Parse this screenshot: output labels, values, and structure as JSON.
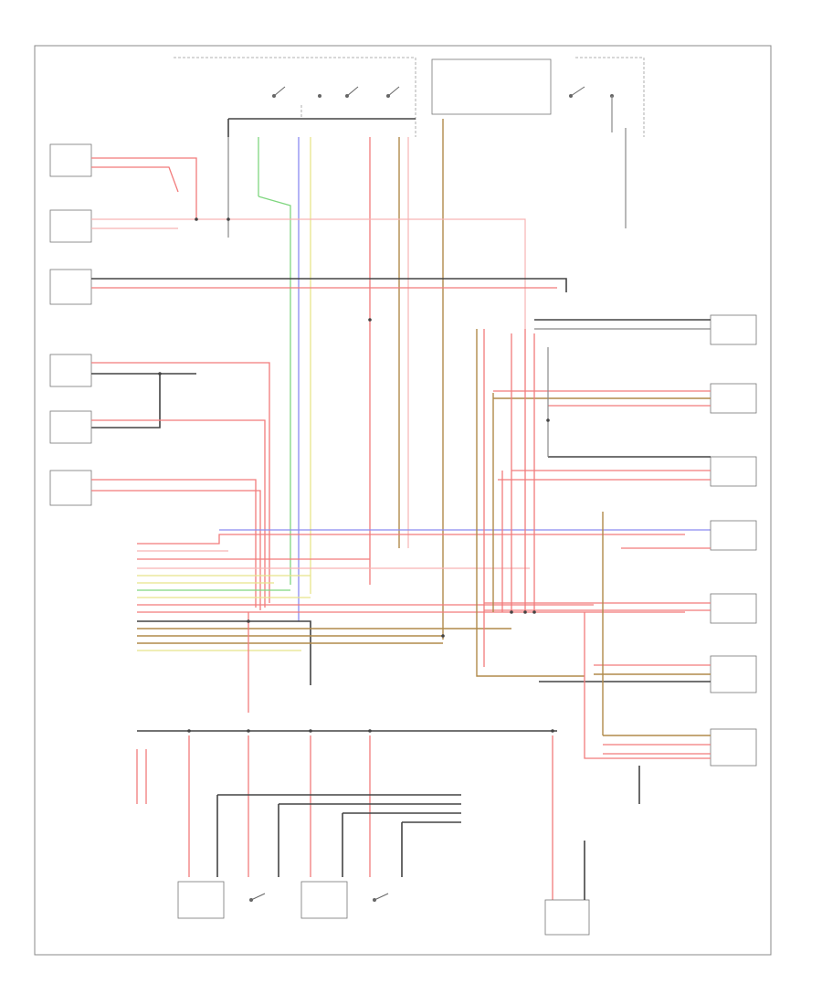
{
  "diagram": {
    "footer_code": "",
    "components": [
      {
        "key": "door-lock-switch",
        "label": ""
      },
      {
        "key": "ignition-switch",
        "label": ""
      },
      {
        "key": "fuse-block",
        "label": ""
      },
      {
        "key": "brake-switch",
        "label": ""
      },
      {
        "key": "shift-lock-solenoid",
        "label": ""
      },
      {
        "key": "theft-deterrent-module",
        "label": ""
      },
      {
        "key": "instrument-cluster",
        "label": ""
      },
      {
        "key": "body-control-module",
        "label": ""
      },
      {
        "key": "driver-door-lock-actuator",
        "label": ""
      },
      {
        "key": "passenger-door-lock-actuator",
        "label": ""
      },
      {
        "key": "hatch-lock-actuator",
        "label": ""
      }
    ]
  }
}
